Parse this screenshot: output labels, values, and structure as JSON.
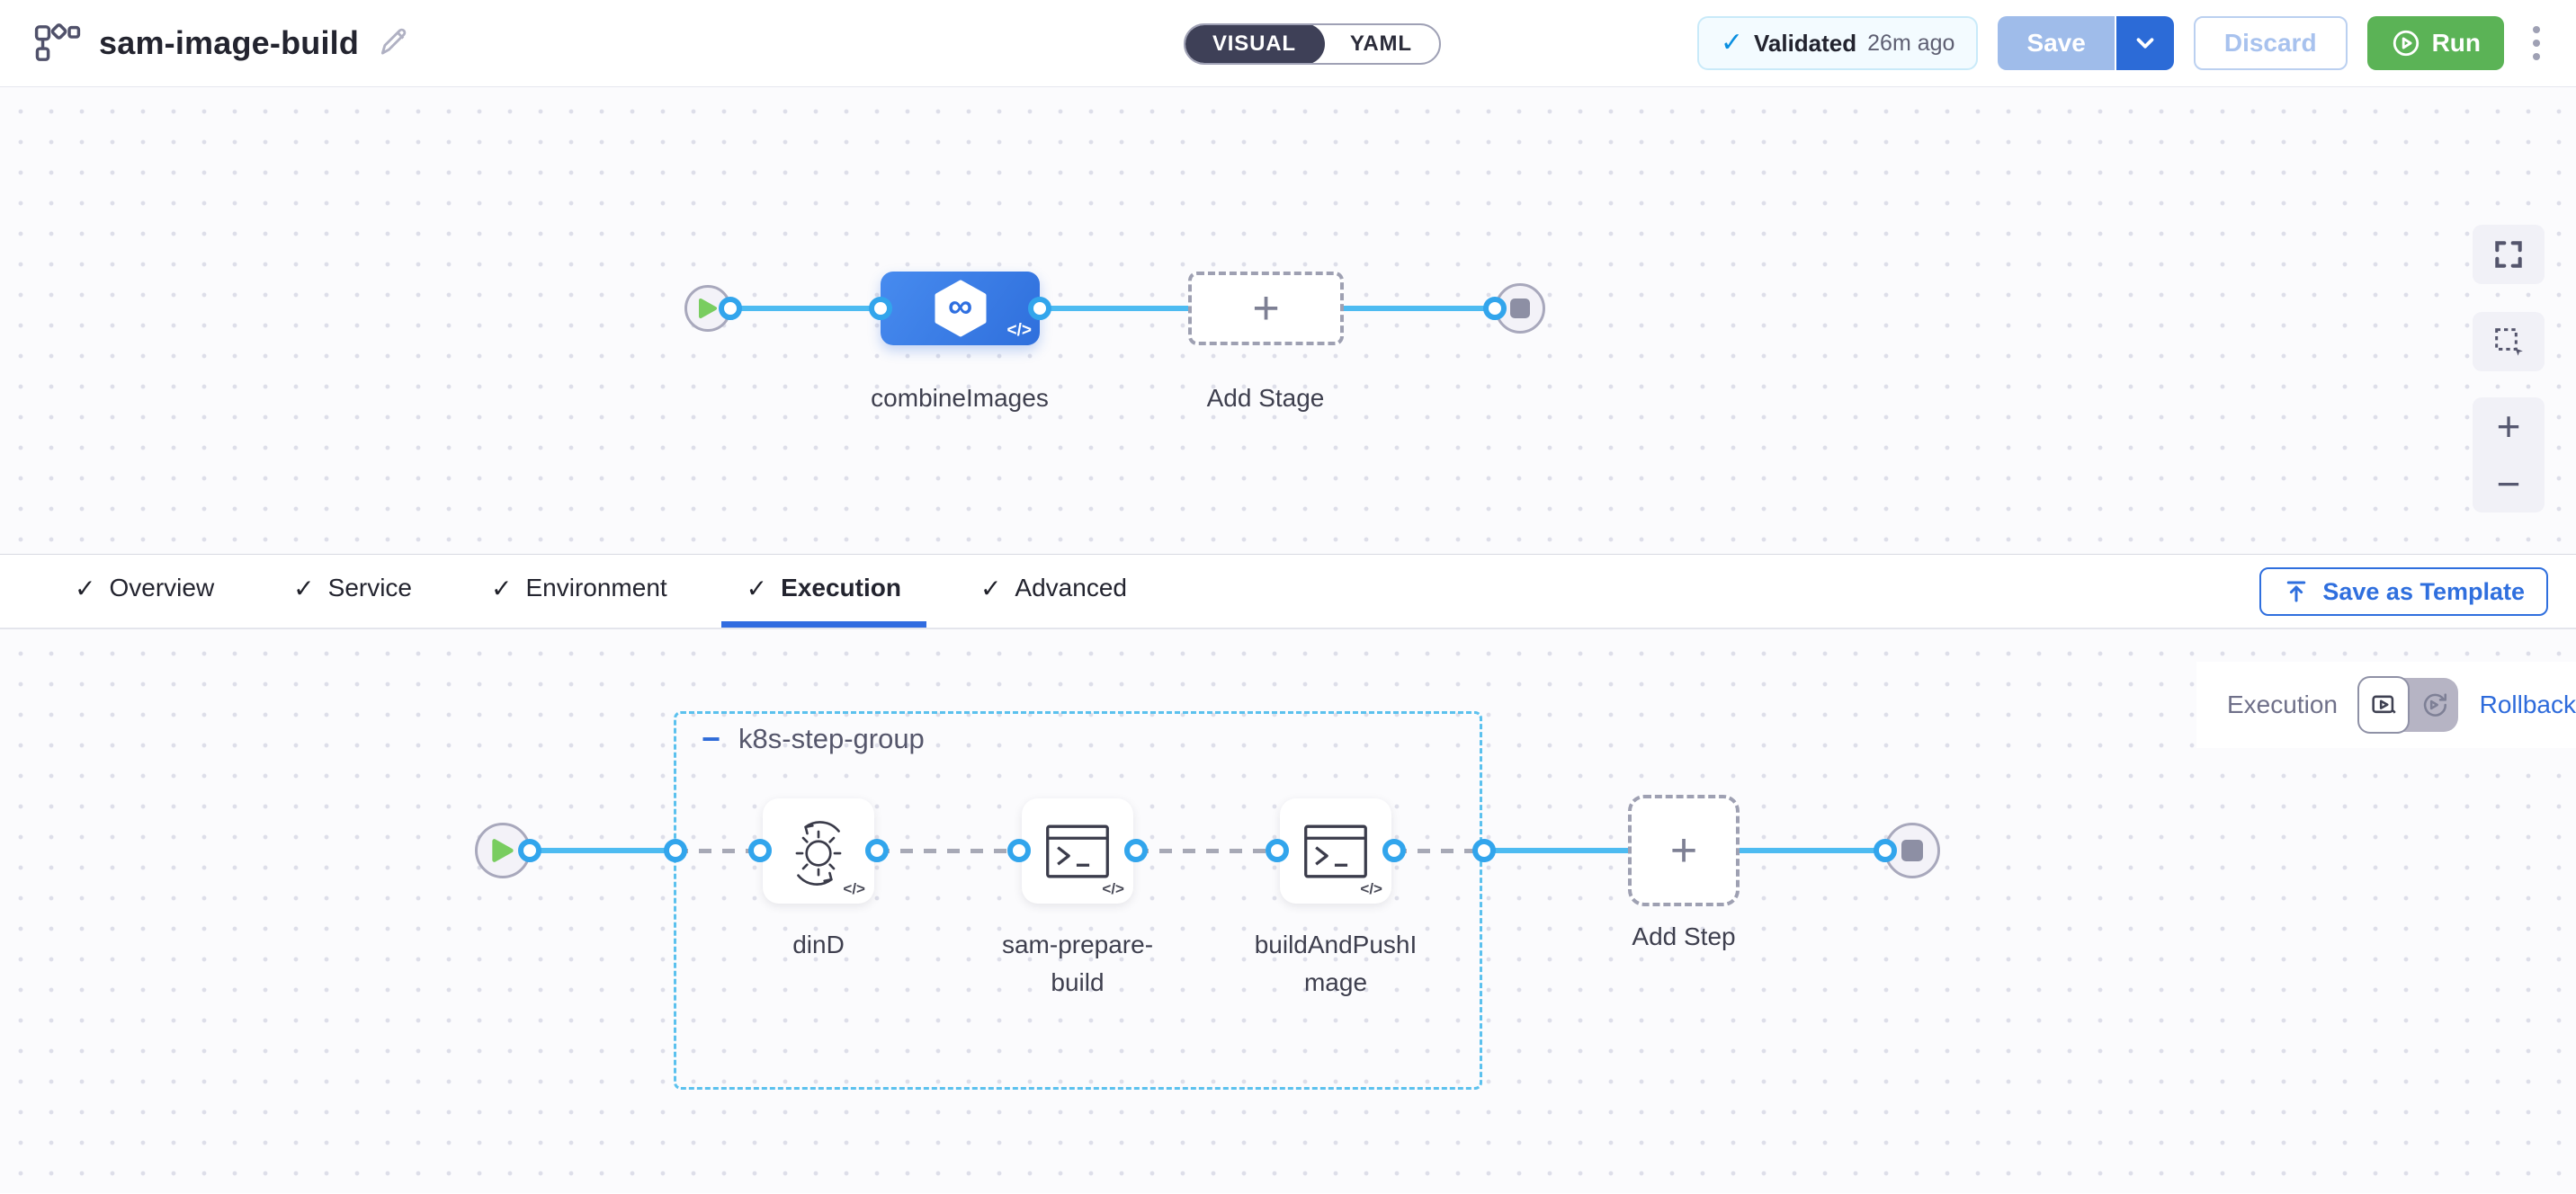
{
  "header": {
    "pipeline_name": "sam-image-build",
    "mode": {
      "visual": "VISUAL",
      "yaml": "YAML",
      "selected": "VISUAL"
    },
    "validated": {
      "check": "✓",
      "label": "Validated",
      "ago": "26m ago"
    },
    "buttons": {
      "save": "Save",
      "discard": "Discard",
      "run": "Run"
    }
  },
  "stage_flow": {
    "stage_label": "combineImages",
    "stage_icon": "custom-stage-infinity-icon",
    "infinity_glyph": "∞",
    "add_stage_label": "Add Stage"
  },
  "tabs": {
    "items": [
      {
        "label": "Overview",
        "checked": true
      },
      {
        "label": "Service",
        "checked": true
      },
      {
        "label": "Environment",
        "checked": true
      },
      {
        "label": "Execution",
        "checked": true
      },
      {
        "label": "Advanced",
        "checked": true
      }
    ],
    "active": "Execution",
    "check_glyph": "✓",
    "save_as_template": "Save as Template"
  },
  "execution_flow": {
    "view_label": "Execution",
    "rollback_label": "Rollback",
    "group_label": "k8s-step-group",
    "collapse_glyph": "−",
    "steps": [
      {
        "label": "dinD",
        "icon": "gear-sync-icon"
      },
      {
        "label": "sam-prepare-build",
        "icon": "terminal-icon"
      },
      {
        "label": "buildAndPushImage",
        "icon": "terminal-icon"
      }
    ],
    "add_step_label": "Add Step"
  },
  "glyphs": {
    "plus": "+",
    "code_badge": "</>"
  },
  "colors": {
    "accent_blue": "#2E6BDB",
    "stage_blue": "#3C7DE6",
    "connector_blue": "#4DBBF1",
    "port_blue": "#32A5EC",
    "group_border_blue": "#5BC1EE",
    "run_green": "#5BB356",
    "play_green": "#79CD60",
    "toggle_dark": "#3E4057"
  }
}
